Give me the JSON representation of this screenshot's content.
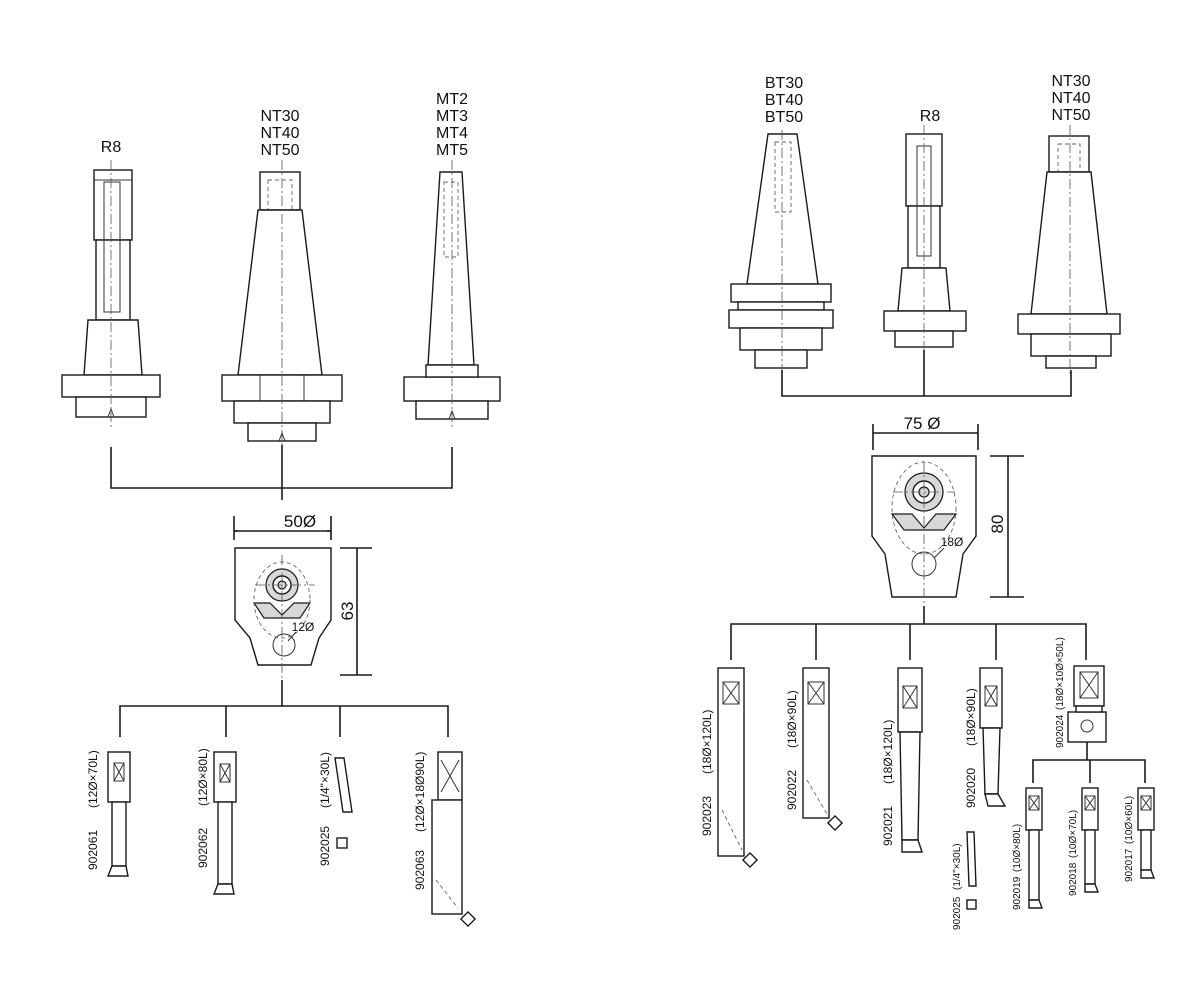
{
  "left": {
    "arbors": [
      {
        "lines": [
          "R8"
        ]
      },
      {
        "lines": [
          "NT30",
          "NT40",
          "NT50"
        ]
      },
      {
        "lines": [
          "MT2",
          "MT3",
          "MT4",
          "MT5"
        ]
      }
    ],
    "head": {
      "width_label": "50Ø",
      "height_label": "63",
      "bore_label": "12Ø"
    },
    "bars": [
      {
        "code": "902061",
        "spec": "(12Ø×70L)"
      },
      {
        "code": "902062",
        "spec": "(12Ø×80L)"
      },
      {
        "code": "902025",
        "spec": "(1/4\"×30L)"
      },
      {
        "code": "902063",
        "spec": "(12Ø×18Ø90L)"
      }
    ]
  },
  "right": {
    "arbors": [
      {
        "lines": [
          "BT30",
          "BT40",
          "BT50"
        ]
      },
      {
        "lines": [
          "R8"
        ]
      },
      {
        "lines": [
          "NT30",
          "NT40",
          "NT50"
        ]
      }
    ],
    "head": {
      "width_label": "75 Ø",
      "height_label": "80",
      "bore_label": "18Ø"
    },
    "bars": [
      {
        "code": "902023",
        "spec": "(18Ø×120L)"
      },
      {
        "code": "902022",
        "spec": "(18Ø×90L)"
      },
      {
        "code": "902021",
        "spec": "(18Ø×120L)"
      },
      {
        "code": "902020",
        "spec": "(18Ø×90L)"
      },
      {
        "code": "902024",
        "spec": "(18Ø×10Ø×50L)"
      }
    ],
    "extras": [
      {
        "code": "902025",
        "spec": "(1/4\"×30L)"
      },
      {
        "code": "902019",
        "spec": "(10Ø×80L)"
      },
      {
        "code": "902018",
        "spec": "(10Ø×70L)"
      },
      {
        "code": "902017",
        "spec": "(10Ø×60L)"
      }
    ]
  }
}
